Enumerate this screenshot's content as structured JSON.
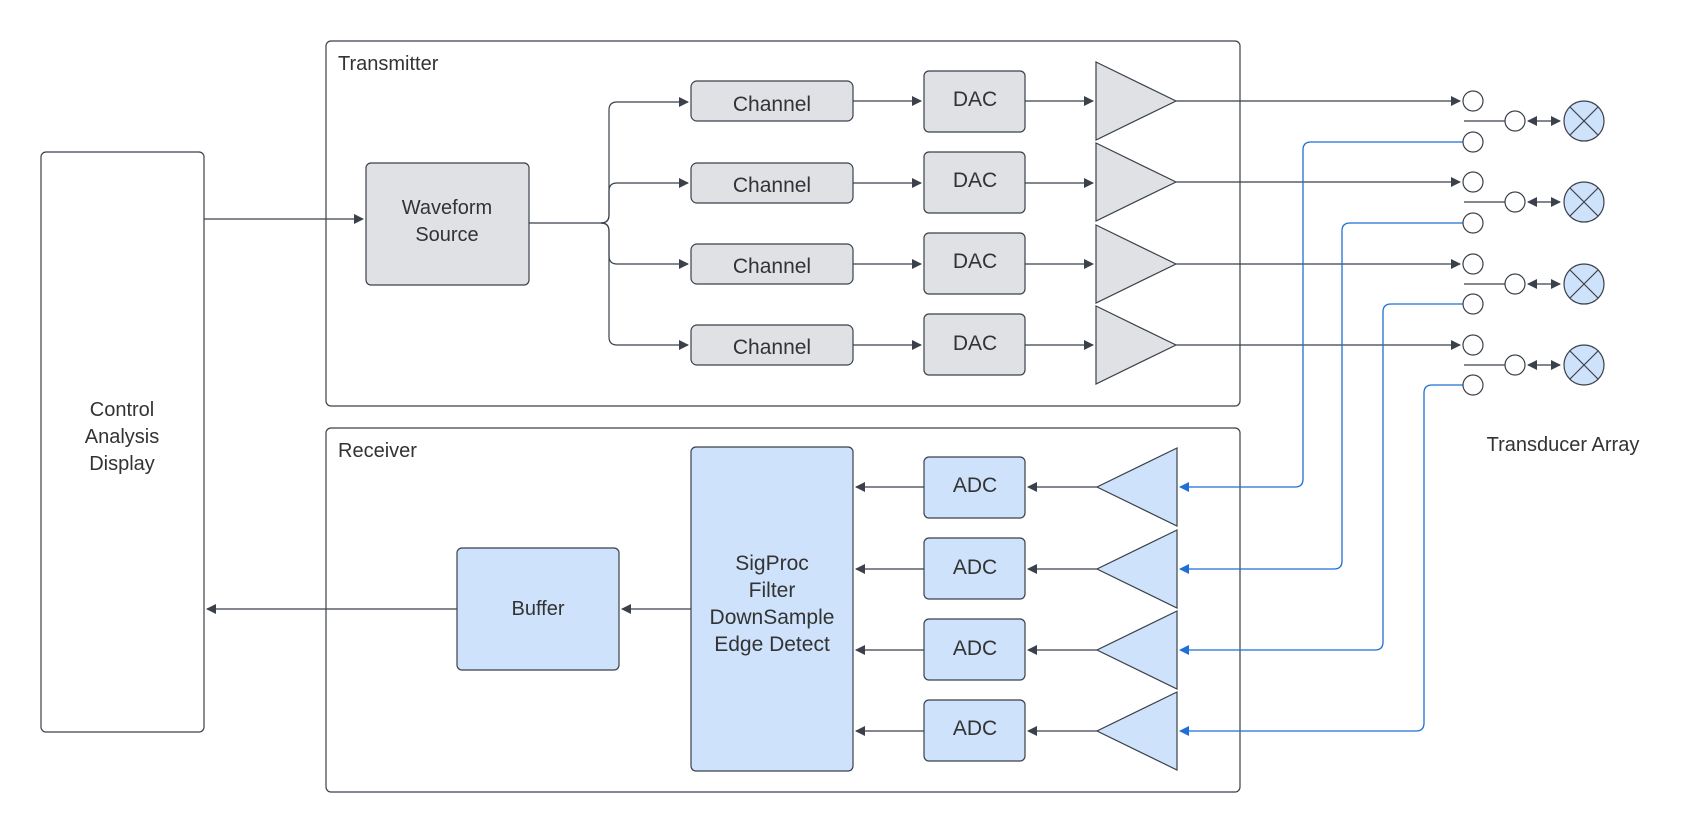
{
  "diagram": {
    "control_block": {
      "lines": [
        "Control",
        "Analysis",
        "Display"
      ]
    },
    "transmitter": {
      "label": "Transmitter",
      "waveform_source": {
        "lines": [
          "Waveform",
          "Source"
        ]
      },
      "channels": [
        {
          "channel_label": "Channel",
          "dac_label": "DAC"
        },
        {
          "channel_label": "Channel",
          "dac_label": "DAC"
        },
        {
          "channel_label": "Channel",
          "dac_label": "DAC"
        },
        {
          "channel_label": "Channel",
          "dac_label": "DAC"
        }
      ]
    },
    "receiver": {
      "label": "Receiver",
      "buffer": {
        "label": "Buffer"
      },
      "sigproc": {
        "lines": [
          "SigProc",
          "Filter",
          "DownSample",
          "Edge Detect"
        ]
      },
      "channels": [
        {
          "adc_label": "ADC"
        },
        {
          "adc_label": "ADC"
        },
        {
          "adc_label": "ADC"
        },
        {
          "adc_label": "ADC"
        }
      ]
    },
    "transducer_array": {
      "label": "Transducer Array",
      "element_count": 4
    }
  },
  "colors": {
    "stroke": "#3a414a",
    "gray_fill": "#dfe1e5",
    "blue_fill": "#cfe2fb",
    "blue_line": "#1f6fd6",
    "text": "#333333",
    "background": "#ffffff"
  }
}
